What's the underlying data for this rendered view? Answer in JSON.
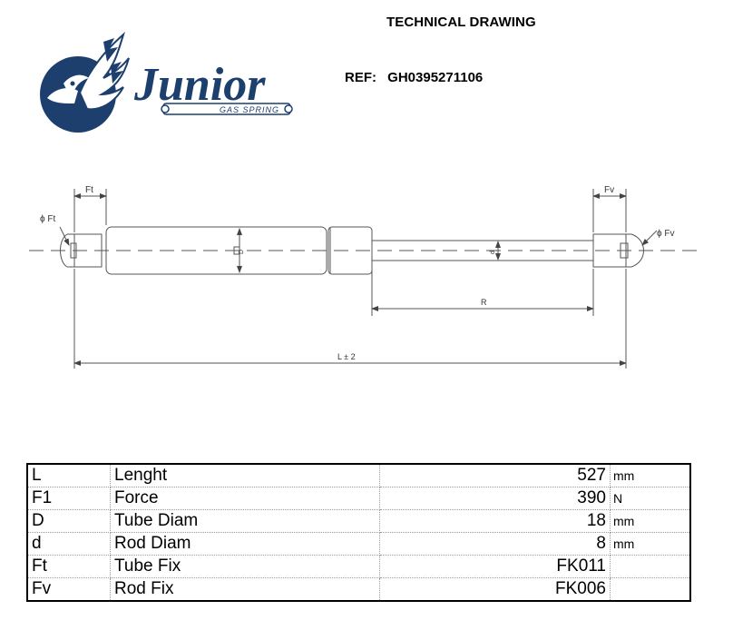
{
  "header": {
    "title": "TECHNICAL DRAWING",
    "ref_label": "REF:",
    "ref_value": "GH0395271106"
  },
  "logo": {
    "brand": "Junior",
    "tagline": "GAS SPRING",
    "color": "#1c3f6e"
  },
  "drawing": {
    "labels": {
      "ft": "Ft",
      "fv": "Fv",
      "dia_ft": "ϕ Ft",
      "dia_fv": "ϕ Fv",
      "r": "R",
      "l": "L ± 2",
      "d_big": "D",
      "d_small": "d"
    }
  },
  "specs": [
    {
      "symbol": "L",
      "name": "Lenght",
      "value": "527",
      "unit": "mm"
    },
    {
      "symbol": "F1",
      "name": "Force",
      "value": "390",
      "unit": "N"
    },
    {
      "symbol": "D",
      "name": "Tube Diam",
      "value": "18",
      "unit": "mm"
    },
    {
      "symbol": "d",
      "name": "Rod Diam",
      "value": "8",
      "unit": "mm"
    },
    {
      "symbol": "Ft",
      "name": "Tube Fix",
      "value": "FK011",
      "unit": ""
    },
    {
      "symbol": "Fv",
      "name": "Rod Fix",
      "value": "FK006",
      "unit": ""
    }
  ]
}
